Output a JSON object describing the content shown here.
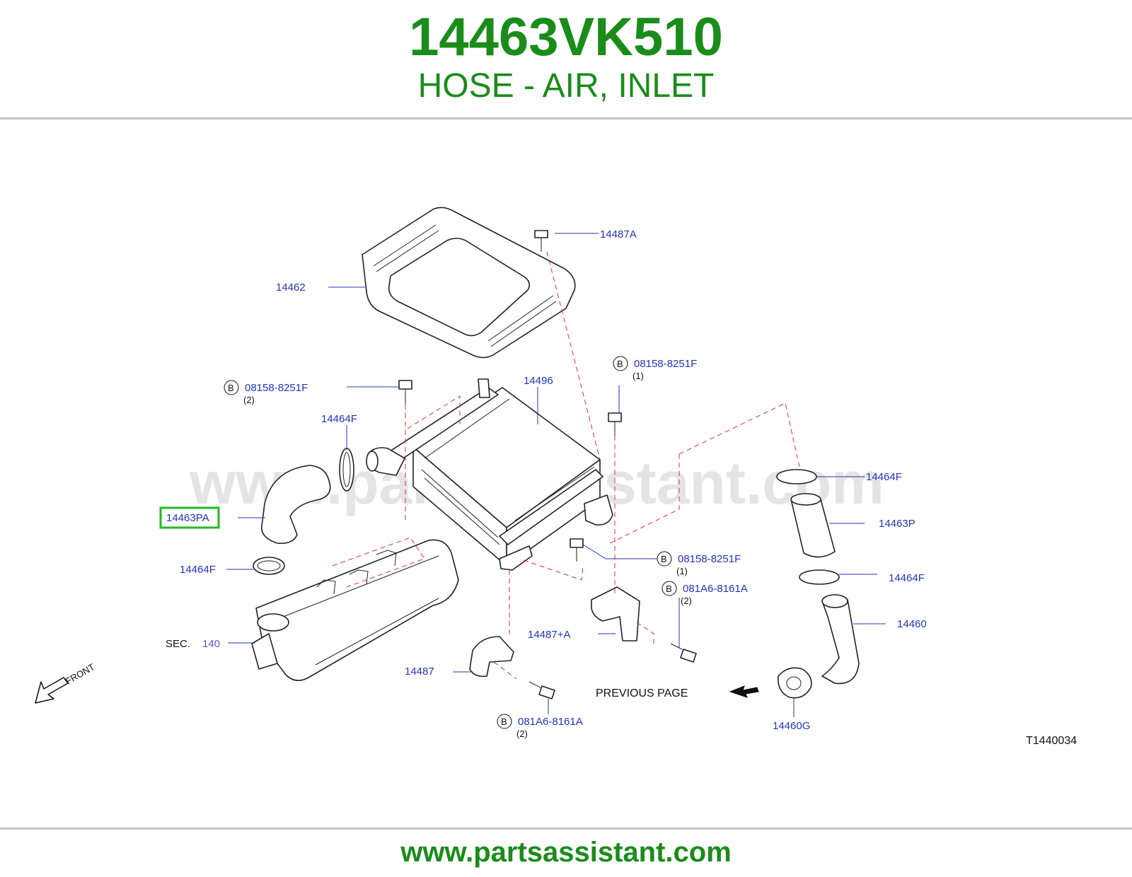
{
  "header": {
    "part_number": "14463VK510",
    "part_description": "HOSE - AIR, INLET"
  },
  "diagram": {
    "watermark": "www.partsassistant.com",
    "diagram_code": "T1440034",
    "front_label": "FRONT",
    "previous_page_label": "PREVIOUS   PAGE",
    "section_ref": {
      "prefix": "SEC.",
      "number": "140"
    },
    "bolt_marker": "B",
    "callouts": {
      "c14487A": "14487A",
      "c14462": "14462",
      "c14496": "14496",
      "c08158_left": "08158-8251F",
      "c08158_left_qty": "(2)",
      "c08158_top_right": "08158-8251F",
      "c08158_top_right_qty": "(1)",
      "c14464F_left_top": "14464F",
      "c14463PA": "14463PA",
      "c14464F_left_bottom": "14464F",
      "c14464F_right_top": "14464F",
      "c14463P": "14463P",
      "c14464F_right_bottom": "14464F",
      "c08158_mid_right": "08158-8251F",
      "c08158_mid_right_qty": "(1)",
      "c081A6_right": "081A6-8161A",
      "c081A6_right_qty": "(2)",
      "c14460": "14460",
      "c14487plusA": "14487+A",
      "c14487": "14487",
      "c081A6_bottom": "081A6-8161A",
      "c081A6_bottom_qty": "(2)",
      "c14460G": "14460G"
    },
    "selected_part": "14463PA",
    "colors": {
      "title_green": "#1a8c1a",
      "callout_blue": "#2233bb",
      "dashed_red": "#e03030",
      "highlight_green": "#22bb22"
    }
  },
  "footer": {
    "url": "www.partsassistant.com"
  }
}
